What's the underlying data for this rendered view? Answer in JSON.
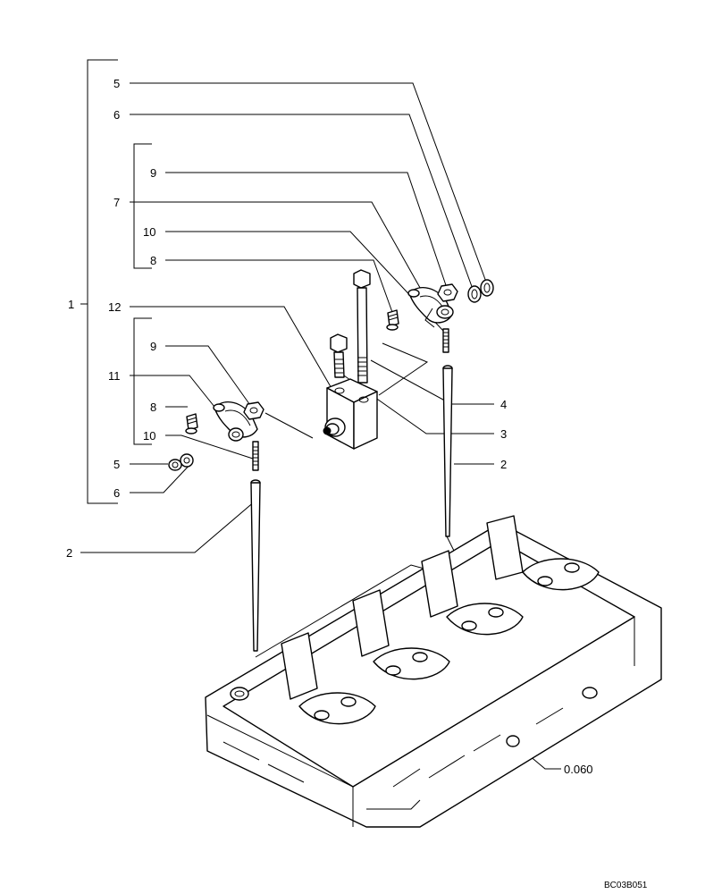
{
  "callouts": {
    "c1": "1",
    "c2_left": "2",
    "c2_right": "2",
    "c3": "3",
    "c4": "4",
    "c5_top": "5",
    "c5_bottom": "5",
    "c6_top": "6",
    "c6_bottom": "6",
    "c7": "7",
    "c8_top": "8",
    "c8_bottom": "8",
    "c9_top": "9",
    "c9_bottom": "9",
    "c10_top": "10",
    "c10_bottom": "10",
    "c11": "11",
    "c12": "12",
    "ref_head": "0.060"
  },
  "drawing_code": "BC03B051"
}
